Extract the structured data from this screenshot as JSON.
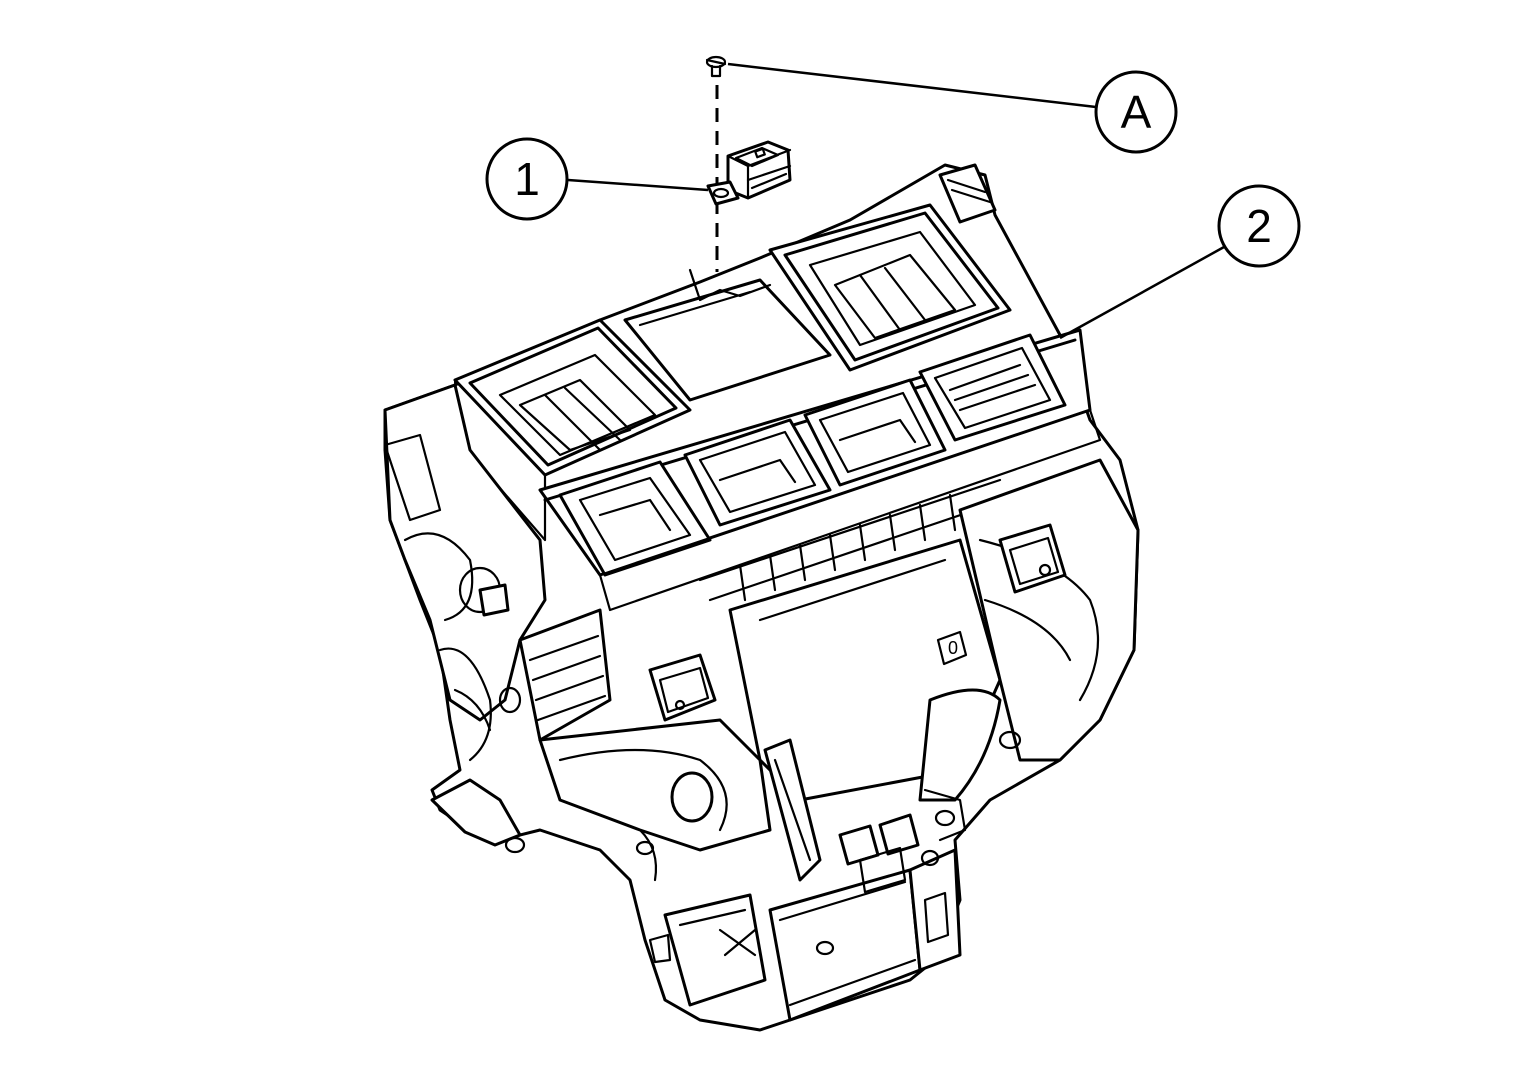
{
  "callouts": {
    "a": "A",
    "one": "1",
    "two": "2"
  },
  "unit_marking": "0",
  "colors": {
    "line": "#000000",
    "background": "#ffffff"
  }
}
